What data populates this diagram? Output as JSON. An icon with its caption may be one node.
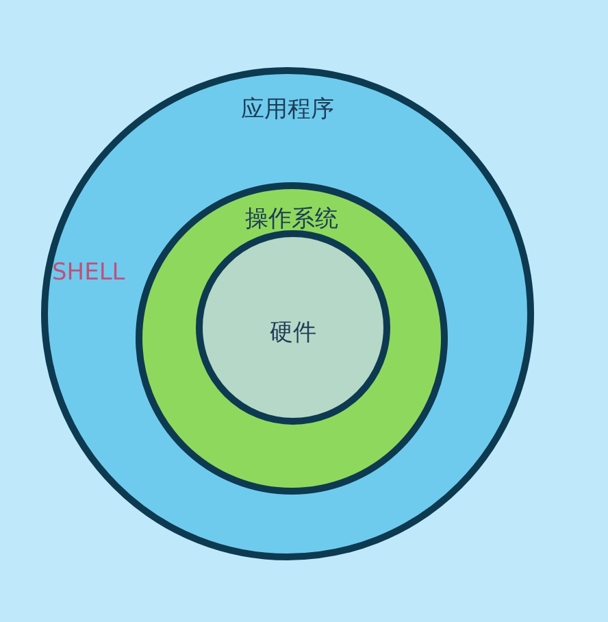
{
  "diagram": {
    "nodes": [
      {
        "text": [
          "应用程序"
        ]
      },
      {
        "text": [
          "操作系统"
        ],
        "in": 0
      },
      {
        "text": [
          "硬件"
        ],
        "in": 1
      }
    ],
    "labels": [
      "SHELL"
    ]
  }
}
